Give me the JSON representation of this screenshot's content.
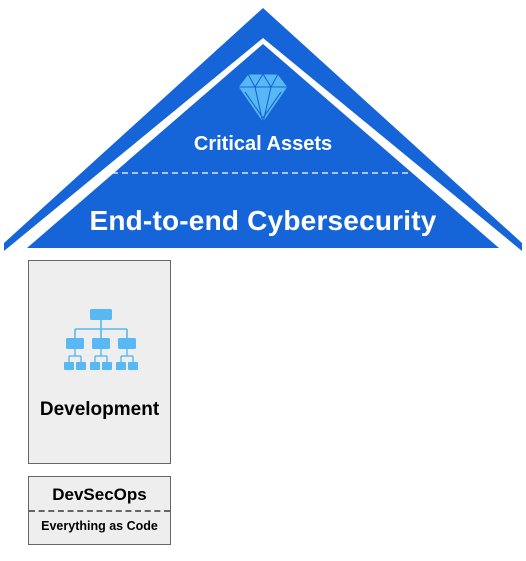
{
  "roof": {
    "top_label": "Critical Assets",
    "bottom_label": "End-to-end Cybersecurity",
    "icon": "diamond-icon",
    "fill_color": "#1565d8",
    "icon_color": "#58b8f4"
  },
  "pillars": [
    {
      "label": "Development",
      "icon": "org-chart-icon",
      "icon_color": "#58b8f4"
    }
  ],
  "foundation": {
    "title": "DevSecOps",
    "subtitle": "Everything as Code"
  }
}
